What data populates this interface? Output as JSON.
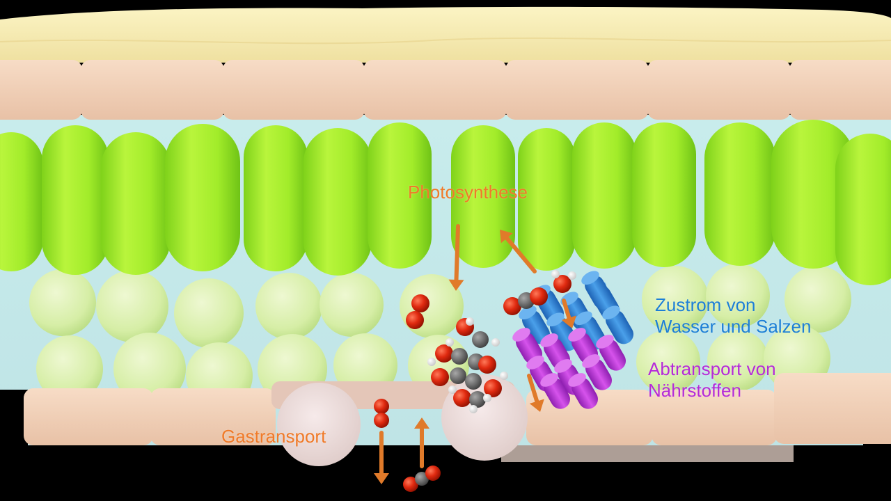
{
  "labels": {
    "photosynthese": "Photosynthese",
    "zustrom_line1": "Zustrom von",
    "zustrom_line2": "Wasser und Salzen",
    "abtransport_line1": "Abtransport von",
    "abtransport_line2": "Nährstoffen",
    "gastransport": "Gastransport"
  },
  "colors": {
    "photosynthese": "#f07a28",
    "zustrom": "#1d7fd6",
    "abtransport": "#b52ad8",
    "gastransport": "#f07a28",
    "background": "#000000",
    "cuticle": "#f7edb6",
    "epidermis": "#f1d3bd",
    "palisade": "#a6f02a",
    "spongy": "#dff2b8",
    "intercellular": "#cdecec",
    "xylem": "#3a8fdc",
    "phloem": "#c33ad8",
    "arrow": "#e07a2a",
    "oxygen_atom": "#d8260e",
    "carbon_atom": "#5f5f5f",
    "hydrogen_atom": "#f2f2f2"
  }
}
